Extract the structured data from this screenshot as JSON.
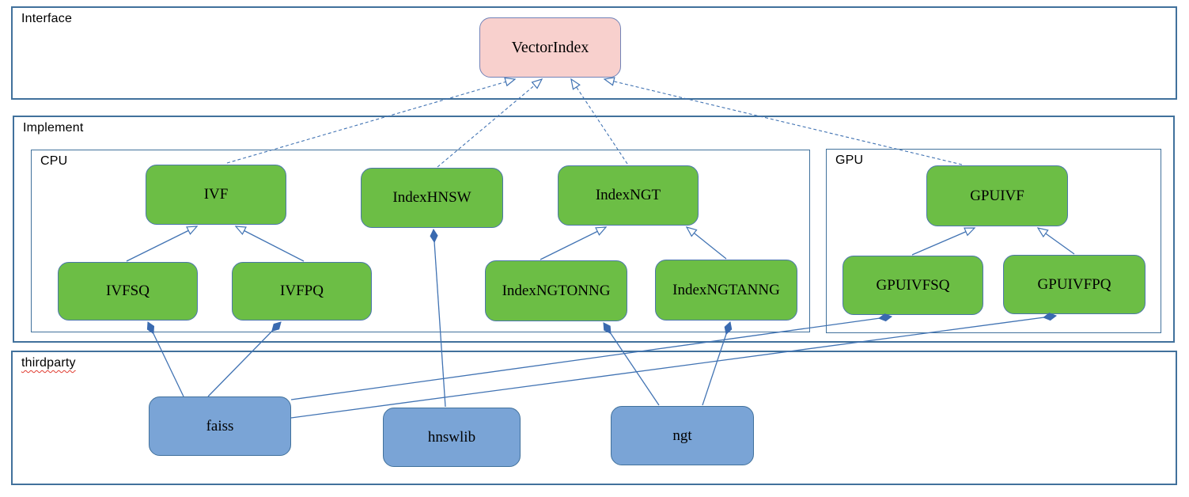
{
  "sections": {
    "interface": {
      "label": "Interface"
    },
    "implement": {
      "label": "Implement"
    },
    "cpu": {
      "label": "CPU"
    },
    "gpu": {
      "label": "GPU"
    },
    "thirdparty": {
      "label": "thirdparty",
      "spellcheck_underline": true
    }
  },
  "nodes": {
    "vectorindex": {
      "label": "VectorIndex",
      "type": "interface",
      "section": "interface"
    },
    "ivf": {
      "label": "IVF",
      "type": "implementation",
      "section": "cpu"
    },
    "indexhnsw": {
      "label": "IndexHNSW",
      "type": "implementation",
      "section": "cpu"
    },
    "indexngt": {
      "label": "IndexNGT",
      "type": "implementation",
      "section": "cpu"
    },
    "ivfsq": {
      "label": "IVFSQ",
      "type": "implementation",
      "section": "cpu"
    },
    "ivfpq": {
      "label": "IVFPQ",
      "type": "implementation",
      "section": "cpu"
    },
    "indexngtonng": {
      "label": "IndexNGTONNG",
      "type": "implementation",
      "section": "cpu"
    },
    "indexngtanng": {
      "label": "IndexNGTANNG",
      "type": "implementation",
      "section": "cpu"
    },
    "gpuivf": {
      "label": "GPUIVF",
      "type": "implementation",
      "section": "gpu"
    },
    "gpuivfsq": {
      "label": "GPUIVFSQ",
      "type": "implementation",
      "section": "gpu"
    },
    "gpuivfpq": {
      "label": "GPUIVFPQ",
      "type": "implementation",
      "section": "gpu"
    },
    "faiss": {
      "label": "faiss",
      "type": "library",
      "section": "thirdparty"
    },
    "hnswlib": {
      "label": "hnswlib",
      "type": "library",
      "section": "thirdparty"
    },
    "ngt": {
      "label": "ngt",
      "type": "library",
      "section": "thirdparty"
    }
  },
  "relationships": {
    "realizes_dashed_hollow_arrow": [
      {
        "from": "IVF",
        "to": "VectorIndex"
      },
      {
        "from": "IndexHNSW",
        "to": "VectorIndex"
      },
      {
        "from": "IndexNGT",
        "to": "VectorIndex"
      },
      {
        "from": "GPUIVF",
        "to": "VectorIndex"
      }
    ],
    "inherits_solid_hollow_arrow": [
      {
        "from": "IVFSQ",
        "to": "IVF"
      },
      {
        "from": "IVFPQ",
        "to": "IVF"
      },
      {
        "from": "IndexNGTONNG",
        "to": "IndexNGT"
      },
      {
        "from": "IndexNGTANNG",
        "to": "IndexNGT"
      },
      {
        "from": "GPUIVFSQ",
        "to": "GPUIVF"
      },
      {
        "from": "GPUIVFPQ",
        "to": "GPUIVF"
      }
    ],
    "composes_filled_diamond": [
      {
        "from": "faiss",
        "to": "IVFSQ"
      },
      {
        "from": "faiss",
        "to": "IVFPQ"
      },
      {
        "from": "faiss",
        "to": "GPUIVFSQ"
      },
      {
        "from": "faiss",
        "to": "GPUIVFPQ"
      },
      {
        "from": "hnswlib",
        "to": "IndexHNSW"
      },
      {
        "from": "ngt",
        "to": "IndexNGTONNG"
      },
      {
        "from": "ngt",
        "to": "IndexNGTANNG"
      }
    ]
  },
  "colors": {
    "node_green": "#6cbe45",
    "node_blue": "#7aa4d6",
    "node_pink": "#f8d0cd",
    "section_border_blue": "#41719c",
    "connector_blue": "#4173b3",
    "diamond_fill_blue": "#3a6ab0",
    "spellcheck_red": "#e03c31",
    "text_black": "#000000"
  }
}
